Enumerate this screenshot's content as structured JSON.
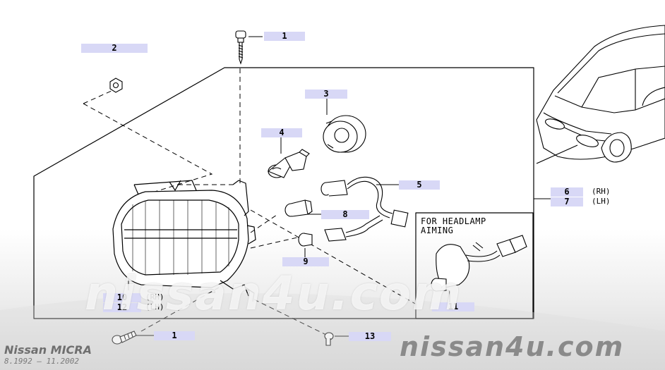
{
  "callouts": [
    {
      "id": "c1a",
      "label": "1"
    },
    {
      "id": "c2",
      "label": "2"
    },
    {
      "id": "c3",
      "label": "3"
    },
    {
      "id": "c4",
      "label": "4"
    },
    {
      "id": "c5",
      "label": "5"
    },
    {
      "id": "c6",
      "label": "6"
    },
    {
      "id": "c7",
      "label": "7"
    },
    {
      "id": "c8",
      "label": "8"
    },
    {
      "id": "c9",
      "label": "9"
    },
    {
      "id": "c10",
      "label": "10"
    },
    {
      "id": "c12",
      "label": "12"
    },
    {
      "id": "c11",
      "label": "11"
    },
    {
      "id": "c1b",
      "label": "1"
    },
    {
      "id": "c13",
      "label": "13"
    }
  ],
  "side_labels": {
    "rh_right": "(RH)",
    "lh_right": "(LH)",
    "rh_left": "(RH)",
    "lh_left": "(LH)"
  },
  "aiming_note": {
    "line1": "FOR HEADLAMP",
    "line2": "AIMING"
  },
  "watermark": {
    "main": "nissan4u.com",
    "corner": "nissan4u.com"
  },
  "footer": {
    "model": "Nissan MICRA",
    "years": "8.1992 – 11.2002"
  }
}
